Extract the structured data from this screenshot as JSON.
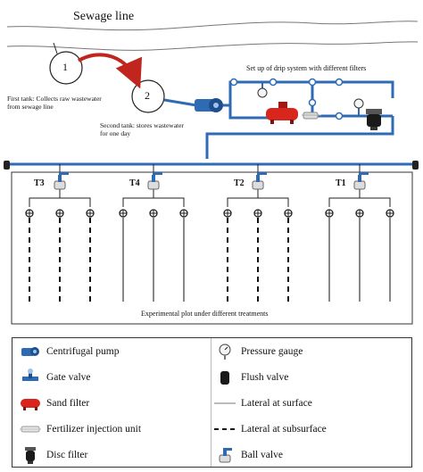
{
  "title": "Sewage line",
  "tanks": {
    "tank1": {
      "number": "1",
      "caption": "First tank: Collects raw wastewater from sewage line"
    },
    "tank2": {
      "number": "2",
      "caption": "Second tank: stores wastewater for one day"
    }
  },
  "drip_setup_label": "Set up of drip system  with different filters",
  "treatments": [
    "T3",
    "T4",
    "T2",
    "T1"
  ],
  "plot_caption": "Experimental plot under different treatments",
  "legend": [
    {
      "icon": "centrifugal-pump-icon",
      "label": "Centrifugal pump"
    },
    {
      "icon": "pressure-gauge-icon",
      "label": "Pressure gauge"
    },
    {
      "icon": "gate-valve-icon",
      "label": "Gate valve"
    },
    {
      "icon": "flush-valve-icon",
      "label": "Flush valve"
    },
    {
      "icon": "sand-filter-icon",
      "label": "Sand filter"
    },
    {
      "icon": "lateral-surface-line-icon",
      "label": "Lateral at surface"
    },
    {
      "icon": "fertilizer-injection-icon",
      "label": "Fertilizer injection unit"
    },
    {
      "icon": "lateral-subsurface-line-icon",
      "label": "Lateral at subsurface"
    },
    {
      "icon": "disc-filter-icon",
      "label": "Disc filter"
    },
    {
      "icon": "ball-valve-icon",
      "label": "Ball valve"
    }
  ],
  "colors": {
    "pipe": "#2f6bb3",
    "sand_filter": "#d9261c",
    "arrow": "#c0261e",
    "line": "#111111"
  }
}
